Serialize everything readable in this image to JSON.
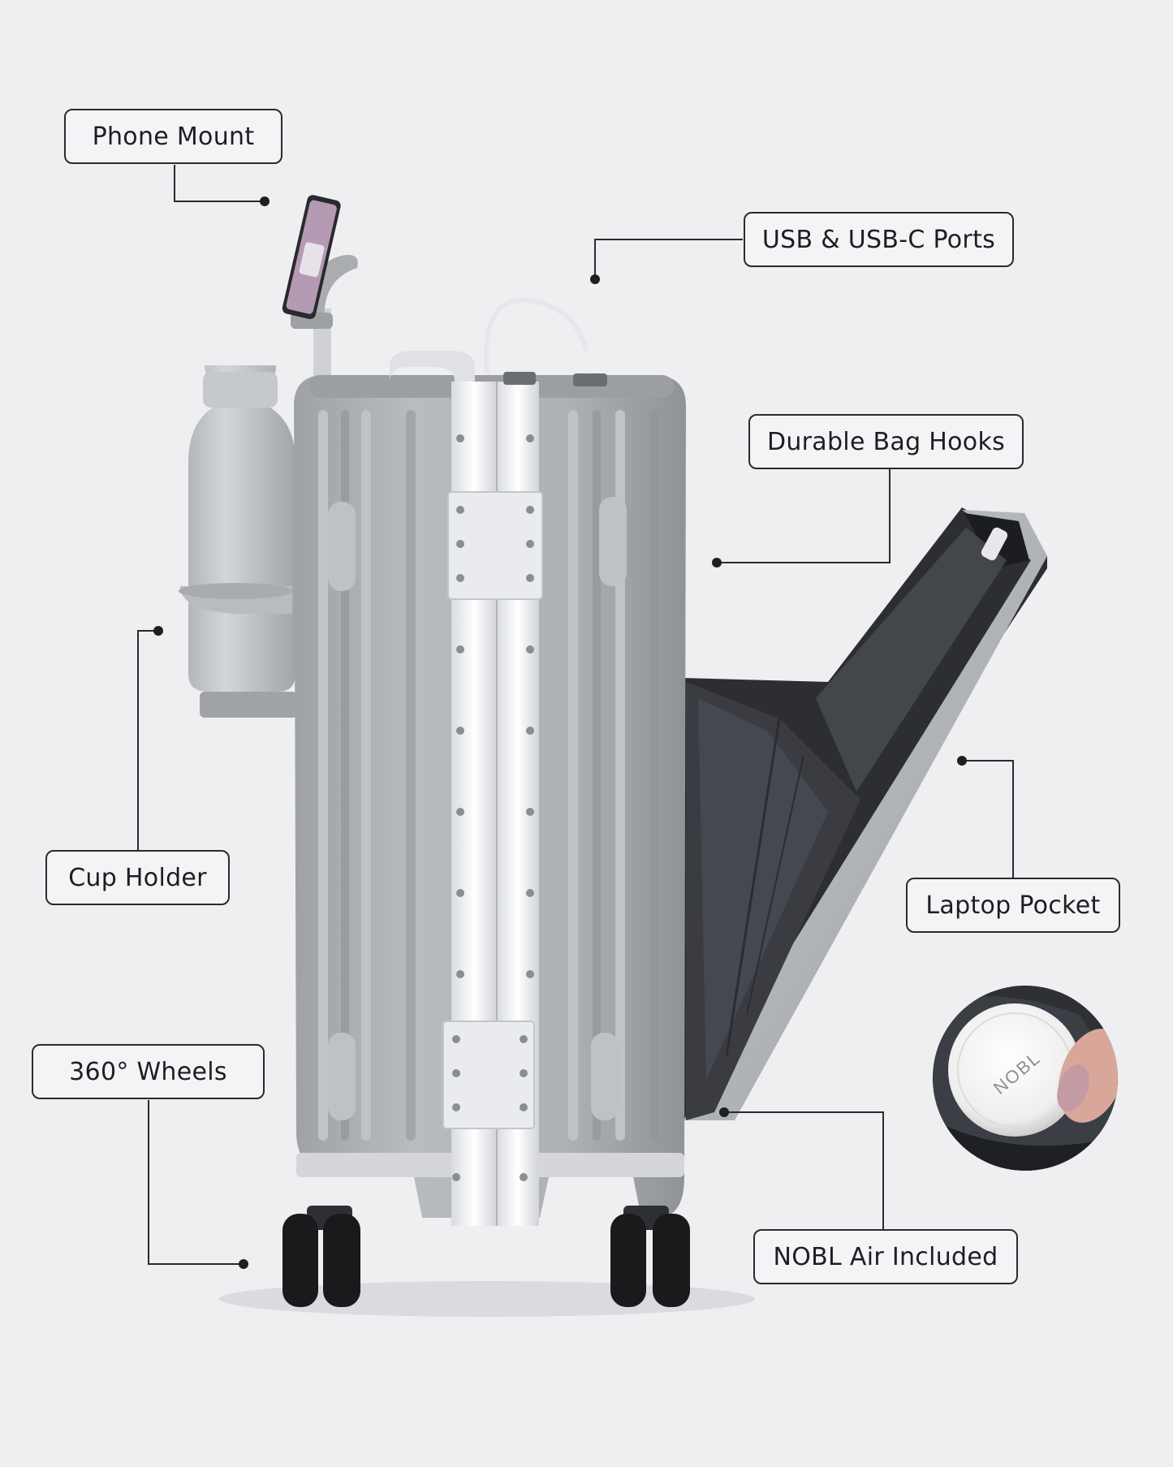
{
  "callouts": {
    "phone_mount": "Phone Mount",
    "usb_ports": "USB & USB-C Ports",
    "bag_hooks": "Durable Bag Hooks",
    "cup_holder": "Cup Holder",
    "laptop_pocket": "Laptop Pocket",
    "wheels": "360° Wheels",
    "nobl_air": "NOBL Air Included"
  },
  "tracker_engraving": "NOBL",
  "colors": {
    "background": "#efeff2",
    "shell": "#a9adb0",
    "frame": "#e4e6ea",
    "wheel": "#1a1a1c",
    "lining": "#3a3c42",
    "leader_line": "#2b2b2f"
  }
}
